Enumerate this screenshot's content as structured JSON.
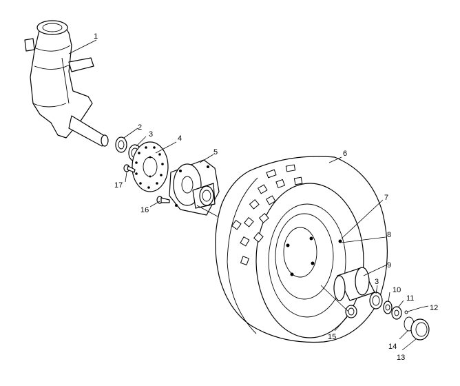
{
  "callouts": [
    {
      "id": "1",
      "text": "1"
    },
    {
      "id": "2",
      "text": "2"
    },
    {
      "id": "3a",
      "text": "3"
    },
    {
      "id": "4",
      "text": "4"
    },
    {
      "id": "5",
      "text": "5"
    },
    {
      "id": "6",
      "text": "6"
    },
    {
      "id": "7",
      "text": "7"
    },
    {
      "id": "8",
      "text": "8"
    },
    {
      "id": "9",
      "text": "9"
    },
    {
      "id": "3b",
      "text": "3"
    },
    {
      "id": "10",
      "text": "10"
    },
    {
      "id": "11",
      "text": "11"
    },
    {
      "id": "12",
      "text": "12"
    },
    {
      "id": "13",
      "text": "13"
    },
    {
      "id": "14",
      "text": "14"
    },
    {
      "id": "15",
      "text": "15"
    },
    {
      "id": "16",
      "text": "16"
    },
    {
      "id": "17",
      "text": "17"
    }
  ]
}
